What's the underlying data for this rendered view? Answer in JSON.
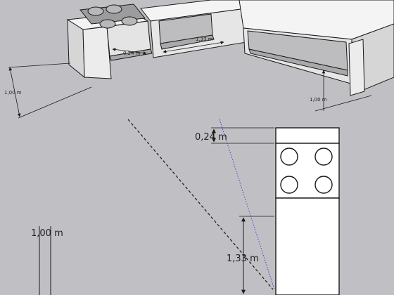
{
  "colors": {
    "background": "#c0c0c4",
    "outline": "#1a1a1a",
    "face_light": "#f4f4f4",
    "face_mid": "#d6d6d6",
    "face_dark": "#a9a9ab",
    "blue_guide": "#3a3ad0"
  },
  "perspective_view": {
    "dim_height_left": "1,00 m",
    "dim_gap": "0,24 m",
    "dim_width_middle": "1,33 m",
    "dim_height_right": "1,00 m",
    "burner_count": 4
  },
  "plan_view": {
    "dim_gap": "0,24 m",
    "dim_length": "1,33 m",
    "dim_height": "1,00 m",
    "burner_count": 4
  }
}
